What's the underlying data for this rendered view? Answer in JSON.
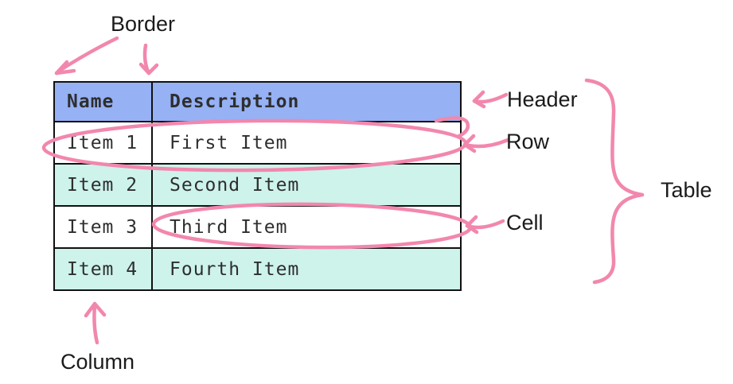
{
  "table": {
    "columns": [
      "Name",
      "Description"
    ],
    "rows": [
      [
        "Item 1",
        "First Item"
      ],
      [
        "Item 2",
        "Second Item"
      ],
      [
        "Item 3",
        "Third Item"
      ],
      [
        "Item 4",
        "Fourth Item"
      ]
    ]
  },
  "annotations": {
    "border": "Border",
    "header": "Header",
    "row": "Row",
    "cell": "Cell",
    "table": "Table",
    "column": "Column"
  },
  "colors": {
    "header_bg": "#96b1f4",
    "alt_row_bg": "#cdf3eb",
    "table_border": "#111111",
    "table_text": "#2e2e2e",
    "label_text": "#1b1b1b",
    "annotation_pink": "#f287ad",
    "background": "#ffffff"
  }
}
